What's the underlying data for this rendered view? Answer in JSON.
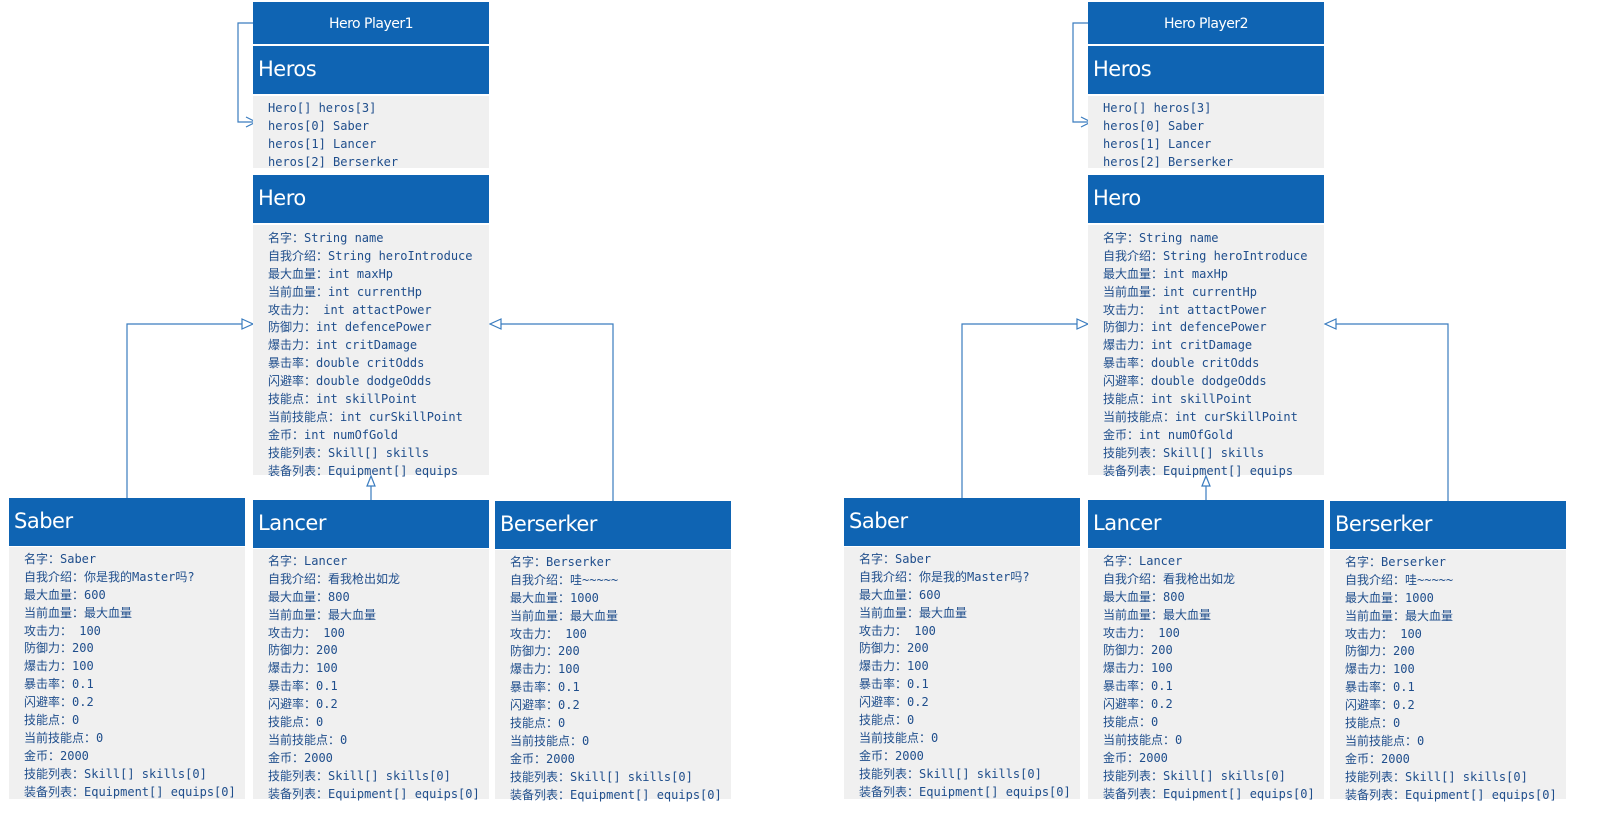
{
  "colors": {
    "header": "#0f64b3",
    "body": "#f0f0f0",
    "text": "#1f4e8c",
    "line": "#3a7cbf"
  },
  "diagrams": [
    {
      "player": {
        "title": "Hero Player1"
      },
      "heros": {
        "title": "Heros",
        "lines": [
          "Hero[] heros[3]",
          "heros[0] Saber",
          "heros[1] Lancer",
          "heros[2] Berserker"
        ]
      },
      "hero": {
        "title": "Hero",
        "lines": [
          "名字：String name",
          "自我介绍：String heroIntroduce",
          "最大血量：int maxHp",
          "当前血量：int currentHp",
          "攻击力： int attactPower",
          "防御力：int defencePower",
          "爆击力：int critDamage",
          "暴击率：double critOdds",
          "闪避率：double dodgeOdds",
          "技能点：int skillPoint",
          "当前技能点：int curSkillPoint",
          "金币：int numOfGold",
          "技能列表：Skill[] skills",
          "装备列表：Equipment[] equips"
        ]
      },
      "subclasses": [
        {
          "title": "Saber",
          "lines": [
            "名字：Saber",
            "自我介绍：你是我的Master吗?",
            "最大血量：600",
            "当前血量：最大血量",
            "攻击力： 100",
            "防御力：200",
            "爆击力：100",
            "暴击率：0.1",
            "闪避率：0.2",
            "技能点：0",
            "当前技能点：0",
            "金币：2000",
            "技能列表：Skill[] skills[0]",
            "装备列表：Equipment[] equips[0]"
          ]
        },
        {
          "title": "Lancer",
          "lines": [
            "名字：Lancer",
            "自我介绍：看我枪出如龙",
            "最大血量：800",
            "当前血量：最大血量",
            "攻击力： 100",
            "防御力：200",
            "爆击力：100",
            "暴击率：0.1",
            "闪避率：0.2",
            "技能点：0",
            "当前技能点：0",
            "金币：2000",
            "技能列表：Skill[] skills[0]",
            "装备列表：Equipment[] equips[0]"
          ]
        },
        {
          "title": "Berserker",
          "lines": [
            "名字：Berserker",
            "自我介绍：哇~~~~~",
            "最大血量：1000",
            "当前血量：最大血量",
            "攻击力： 100",
            "防御力：200",
            "爆击力：100",
            "暴击率：0.1",
            "闪避率：0.2",
            "技能点：0",
            "当前技能点：0",
            "金币：2000",
            "技能列表：Skill[] skills[0]",
            "装备列表：Equipment[] equips[0]"
          ]
        }
      ]
    },
    {
      "player": {
        "title": "Hero Player2"
      },
      "heros": {
        "title": "Heros",
        "lines": [
          "Hero[] heros[3]",
          "heros[0] Saber",
          "heros[1] Lancer",
          "heros[2] Berserker"
        ]
      },
      "hero": {
        "title": "Hero",
        "lines": [
          "名字：String name",
          "自我介绍：String heroIntroduce",
          "最大血量：int maxHp",
          "当前血量：int currentHp",
          "攻击力： int attactPower",
          "防御力：int defencePower",
          "爆击力：int critDamage",
          "暴击率：double critOdds",
          "闪避率：double dodgeOdds",
          "技能点：int skillPoint",
          "当前技能点：int curSkillPoint",
          "金币：int numOfGold",
          "技能列表：Skill[] skills",
          "装备列表：Equipment[] equips"
        ]
      },
      "subclasses": [
        {
          "title": "Saber",
          "lines": [
            "名字：Saber",
            "自我介绍：你是我的Master吗?",
            "最大血量：600",
            "当前血量：最大血量",
            "攻击力： 100",
            "防御力：200",
            "爆击力：100",
            "暴击率：0.1",
            "闪避率：0.2",
            "技能点：0",
            "当前技能点：0",
            "金币：2000",
            "技能列表：Skill[] skills[0]",
            "装备列表：Equipment[] equips[0]"
          ]
        },
        {
          "title": "Lancer",
          "lines": [
            "名字：Lancer",
            "自我介绍：看我枪出如龙",
            "最大血量：800",
            "当前血量：最大血量",
            "攻击力： 100",
            "防御力：200",
            "爆击力：100",
            "暴击率：0.1",
            "闪避率：0.2",
            "技能点：0",
            "当前技能点：0",
            "金币：2000",
            "技能列表：Skill[] skills[0]",
            "装备列表：Equipment[] equips[0]"
          ]
        },
        {
          "title": "Berserker",
          "lines": [
            "名字：Berserker",
            "自我介绍：哇~~~~~",
            "最大血量：1000",
            "当前血量：最大血量",
            "攻击力： 100",
            "防御力：200",
            "爆击力：100",
            "暴击率：0.1",
            "闪避率：0.2",
            "技能点：0",
            "当前技能点：0",
            "金币：2000",
            "技能列表：Skill[] skills[0]",
            "装备列表：Equipment[] equips[0]"
          ]
        }
      ]
    }
  ]
}
